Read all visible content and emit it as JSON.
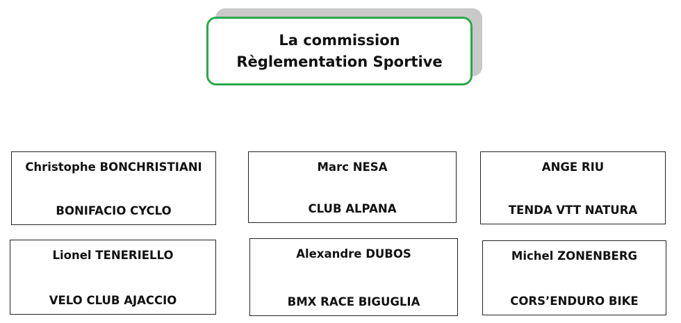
{
  "title": {
    "line1": "La commission",
    "line2": "Règlementation Sportive"
  },
  "colors": {
    "title_border": "#2aa84a",
    "title_shadow": "#c9c9c9",
    "card_border": "#222222"
  },
  "members": [
    {
      "name": "Christophe BONCHRISTIANI",
      "club": "BONIFACIO CYCLO"
    },
    {
      "name": "Marc NESA",
      "club": "CLUB ALPANA"
    },
    {
      "name": "ANGE RIU",
      "club": "TENDA VTT NATURA"
    },
    {
      "name": "Lionel TENERIELLO",
      "club": "VELO CLUB AJACCIO"
    },
    {
      "name": "Alexandre DUBOS",
      "club": "BMX RACE BIGUGLIA"
    },
    {
      "name": "Michel ZONENBERG",
      "club": "CORS’ENDURO BIKE"
    }
  ]
}
